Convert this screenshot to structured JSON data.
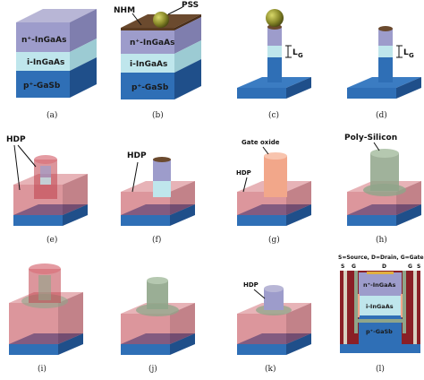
{
  "panel_labels": [
    "(a)",
    "(b)",
    "(c)",
    "(d)",
    "(e)",
    "(f)",
    "(g)",
    "(h)",
    "(i)",
    "(j)",
    "(k)",
    "(l)"
  ],
  "layers": {
    "n_ingaas": "n⁺-InGaAs",
    "i_ingaas": "i-InGaAs",
    "p_gasb": "p⁺-GaSb"
  },
  "annotations": {
    "nhm": "NHM",
    "pss": "PSS",
    "lg": "L",
    "lg_sub": "G",
    "hdp": "HDP",
    "gate_oxide": "Gate oxide",
    "poly_silicon": "Poly-Silicon"
  },
  "cross_section": {
    "legend": "S=Source, D=Drain, G=Gate",
    "terminals": [
      "S",
      "G",
      "D",
      "G",
      "S"
    ],
    "n_ingaas": "n⁺-InGaAs",
    "i_ingaas": "i-InGaAs",
    "p_gasb": "p⁺-GaSb"
  },
  "colors": {
    "substrate": "#2e6db4",
    "n_layer": "#9c9dc8",
    "i_layer": "#b9e3ea",
    "hdp": "#c0404a",
    "gate_oxide": "#f2a78a",
    "poly": "#8fa58a",
    "sphere": "#8a8a2a"
  }
}
